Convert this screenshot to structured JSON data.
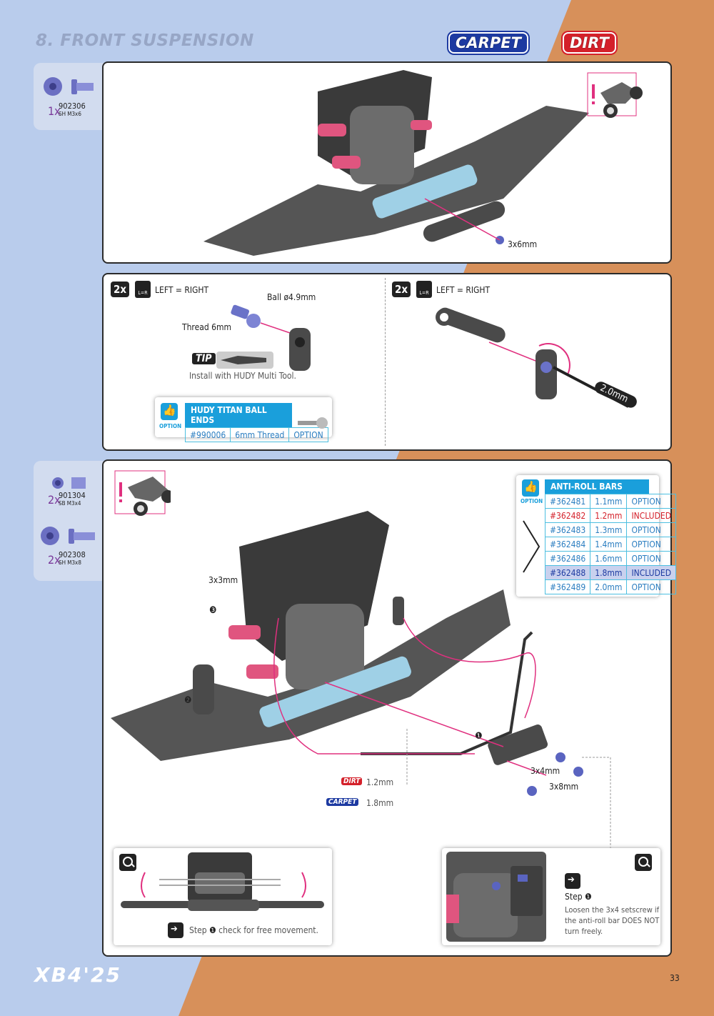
{
  "section_title": "8. FRONT SUSPENSION",
  "surface_tags": {
    "carpet": "CARPET",
    "dirt": "DIRT"
  },
  "panel1": {
    "hardware": {
      "qty": "1x",
      "code": "902306",
      "desc": "SH M3x6"
    },
    "screw_label": "3x6mm"
  },
  "panel2": {
    "left": {
      "qty_badge": "2x",
      "lr_badge": "L=R",
      "lr_text": "LEFT = RIGHT",
      "ball_label": "Ball ø4.9mm",
      "thread_label": "Thread 6mm",
      "tip_badge": "TIP",
      "tip_text": "Install with HUDY Multi Tool.",
      "option": {
        "word": "OPTION",
        "title": "HUDY TITAN BALL ENDS",
        "row": [
          "#990006",
          "6mm Thread",
          "OPTION"
        ]
      }
    },
    "right": {
      "qty_badge": "2x",
      "lr_badge": "L=R",
      "lr_text": "LEFT = RIGHT",
      "tool_label": "2.0mm"
    }
  },
  "panel3": {
    "hardware": [
      {
        "qty": "2x",
        "code": "901304",
        "desc": "SB M3x4"
      },
      {
        "qty": "2x",
        "code": "902308",
        "desc": "SH M3x8"
      }
    ],
    "antiroll": {
      "word": "OPTION",
      "title": "ANTI-ROLL BARS",
      "rows": [
        [
          "#362481",
          "1.1mm",
          "OPTION"
        ],
        [
          "#362482",
          "1.2mm",
          "INCLUDED"
        ],
        [
          "#362483",
          "1.3mm",
          "OPTION"
        ],
        [
          "#362484",
          "1.4mm",
          "OPTION"
        ],
        [
          "#362486",
          "1.6mm",
          "OPTION"
        ],
        [
          "#362488",
          "1.8mm",
          "INCLUDED"
        ],
        [
          "#362489",
          "2.0mm",
          "OPTION"
        ]
      ]
    },
    "labels": {
      "screw_3x3": "3x3mm",
      "step3": "❸",
      "step2": "❷",
      "step1": "❶",
      "screw_3x4": "3x4mm",
      "screw_3x8": "3x8mm",
      "dirt_tag": "DIRT",
      "dirt_size": "1.2mm",
      "carpet_tag": "CARPET",
      "carpet_size": "1.8mm"
    },
    "detail_left": {
      "step_ref": "❶",
      "text_pre": "Step",
      "text_post": "check for free movement."
    },
    "detail_right": {
      "step": "Step ❶",
      "text": [
        "Loosen the 3x4 setscrew if",
        "the anti-roll bar DOES NOT",
        "turn freely."
      ]
    }
  },
  "footer": {
    "model": "XB4'25",
    "page": "33"
  }
}
